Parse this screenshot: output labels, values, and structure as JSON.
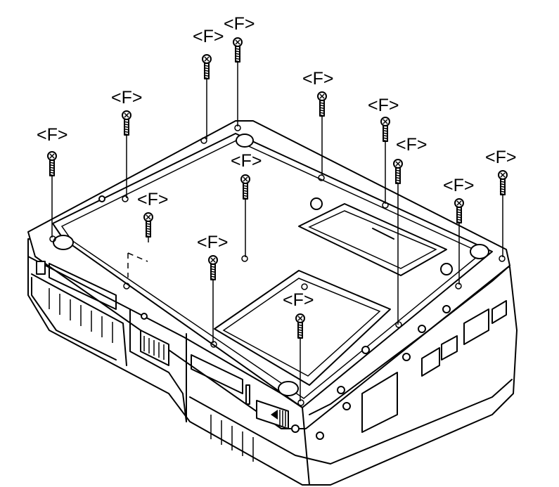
{
  "diagram": {
    "screw_label": "<F>",
    "screws": [
      {
        "id": "s1"
      },
      {
        "id": "s2"
      },
      {
        "id": "s3"
      },
      {
        "id": "s4"
      },
      {
        "id": "s5"
      },
      {
        "id": "s6"
      },
      {
        "id": "s7"
      },
      {
        "id": "s8"
      },
      {
        "id": "s9"
      },
      {
        "id": "s10"
      },
      {
        "id": "s11"
      },
      {
        "id": "s12"
      },
      {
        "id": "s13"
      },
      {
        "id": "s14"
      }
    ]
  }
}
